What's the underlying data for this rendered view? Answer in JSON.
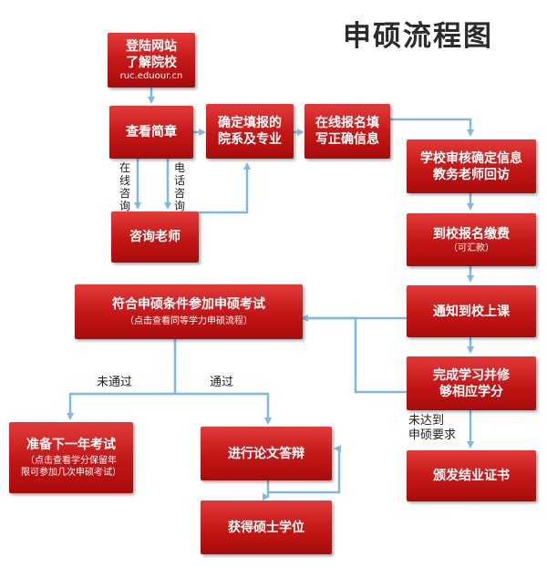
{
  "title": "申硕流程图",
  "boxes": {
    "visit_site": {
      "line1": "登陆网站",
      "line2": "了解院校",
      "url": "ruc.eduour.cn"
    },
    "view_brochure": {
      "label": "查看简章"
    },
    "confirm_major": {
      "line1": "确定填报的",
      "line2": "院系及专业"
    },
    "online_register": {
      "line1": "在线报名填",
      "line2": "写正确信息"
    },
    "school_review": {
      "line1": "学校审核确定信息",
      "line2": "教务老师回访"
    },
    "consult_teacher": {
      "label": "咨询老师"
    },
    "pay_fee": {
      "label": "到校报名缴费",
      "note": "（可汇款）"
    },
    "attend_class": {
      "label": "通知到校上课"
    },
    "finish_credits": {
      "line1": "完成学习并修",
      "line2": "够相应学分"
    },
    "issue_certificate": {
      "label": "颁发结业证书"
    },
    "qualify_exam": {
      "label": "符合申硕条件参加申硕考试",
      "note": "（点击查看同等学力申硕流程）"
    },
    "next_year_exam": {
      "label": "准备下一年考试",
      "note1": "（点击查看学分保留年",
      "note2": "限可参加几次申硕考试）"
    },
    "thesis_defense": {
      "label": "进行论文答辩"
    },
    "get_degree": {
      "label": "获得硕士学位"
    }
  },
  "labels": {
    "online_consult": [
      "在",
      "线",
      "咨",
      "询"
    ],
    "phone_consult": [
      "电",
      "话",
      "咨",
      "询"
    ],
    "not_passed": "未通过",
    "passed": "通过",
    "not_meet_line1": "未达到",
    "not_meet_line2": "申硕要求"
  },
  "colors": {
    "box": "#c31616",
    "arrow": "#7fb8e0",
    "text": "#222222"
  }
}
